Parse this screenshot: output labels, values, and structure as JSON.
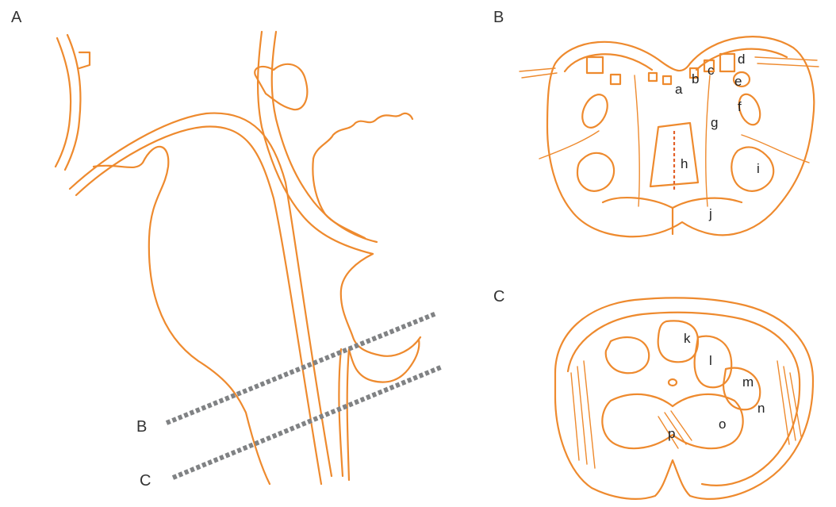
{
  "panels": {
    "a": "A",
    "b": "B",
    "c": "C"
  },
  "section_lines": {
    "b": "B",
    "c": "C"
  },
  "labels_b": [
    "a",
    "b",
    "c",
    "d",
    "e",
    "f",
    "g",
    "h",
    "i",
    "j"
  ],
  "labels_c": [
    "k",
    "l",
    "m",
    "n",
    "o",
    "p"
  ],
  "colors": {
    "outline": "#ee8a2e",
    "section_line": "#808284",
    "midline": "#e2612a"
  }
}
